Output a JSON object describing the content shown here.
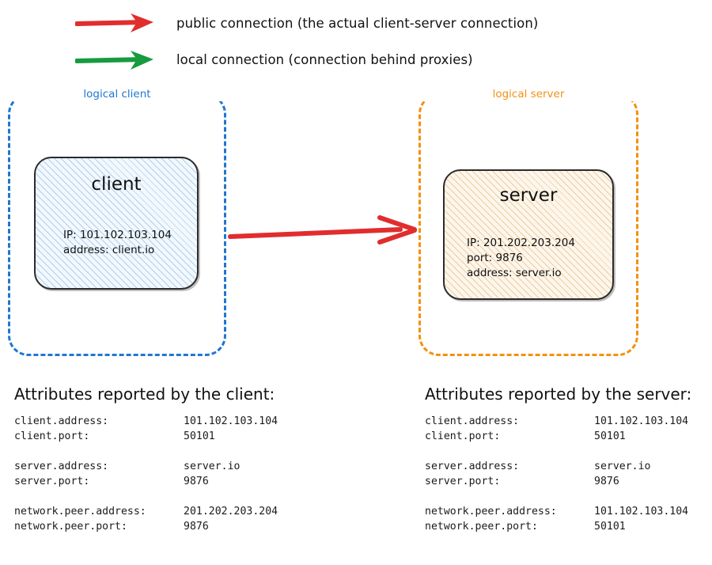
{
  "legend": {
    "items": [
      {
        "id": "public",
        "color": "#e12d2d",
        "icon": "arrow-right-icon",
        "label": "public connection (the actual client-server connection)"
      },
      {
        "id": "local",
        "color": "#169b3e",
        "icon": "arrow-right-icon",
        "label": "local connection (connection behind proxies)"
      }
    ]
  },
  "diagram": {
    "client_group": {
      "label": "logical client",
      "color": "#1f77d0",
      "node": {
        "title": "client",
        "details": "IP: 101.102.103.104\naddress: client.io",
        "fill": "#f2f8fd",
        "hatch": "#78afe1",
        "stroke": "#2b2b2b"
      }
    },
    "server_group": {
      "label": "logical server",
      "color": "#f29111",
      "node": {
        "title": "server",
        "details": "IP: 201.202.203.204\nport: 9876\naddress: server.io",
        "fill": "#fdf6ec",
        "hatch": "#e2aa5f",
        "stroke": "#2b2b2b"
      }
    },
    "connection": {
      "icon": "arrow-right-icon",
      "color": "#e12d2d",
      "kind": "public"
    }
  },
  "client_attributes": {
    "heading": "Attributes reported by the client:",
    "groups": [
      [
        {
          "key": "client.address:",
          "value": "101.102.103.104"
        },
        {
          "key": "client.port:",
          "value": "50101"
        }
      ],
      [
        {
          "key": "server.address:",
          "value": "server.io"
        },
        {
          "key": "server.port:",
          "value": "9876"
        }
      ],
      [
        {
          "key": "network.peer.address:",
          "value": "201.202.203.204"
        },
        {
          "key": "network.peer.port:",
          "value": "9876"
        }
      ]
    ]
  },
  "server_attributes": {
    "heading": "Attributes reported by the server:",
    "groups": [
      [
        {
          "key": "client.address:",
          "value": "101.102.103.104"
        },
        {
          "key": "client.port:",
          "value": "50101"
        }
      ],
      [
        {
          "key": "server.address:",
          "value": "server.io"
        },
        {
          "key": "server.port:",
          "value": "9876"
        }
      ],
      [
        {
          "key": "network.peer.address:",
          "value": "101.102.103.104"
        },
        {
          "key": "network.peer.port:",
          "value": "50101"
        }
      ]
    ]
  }
}
